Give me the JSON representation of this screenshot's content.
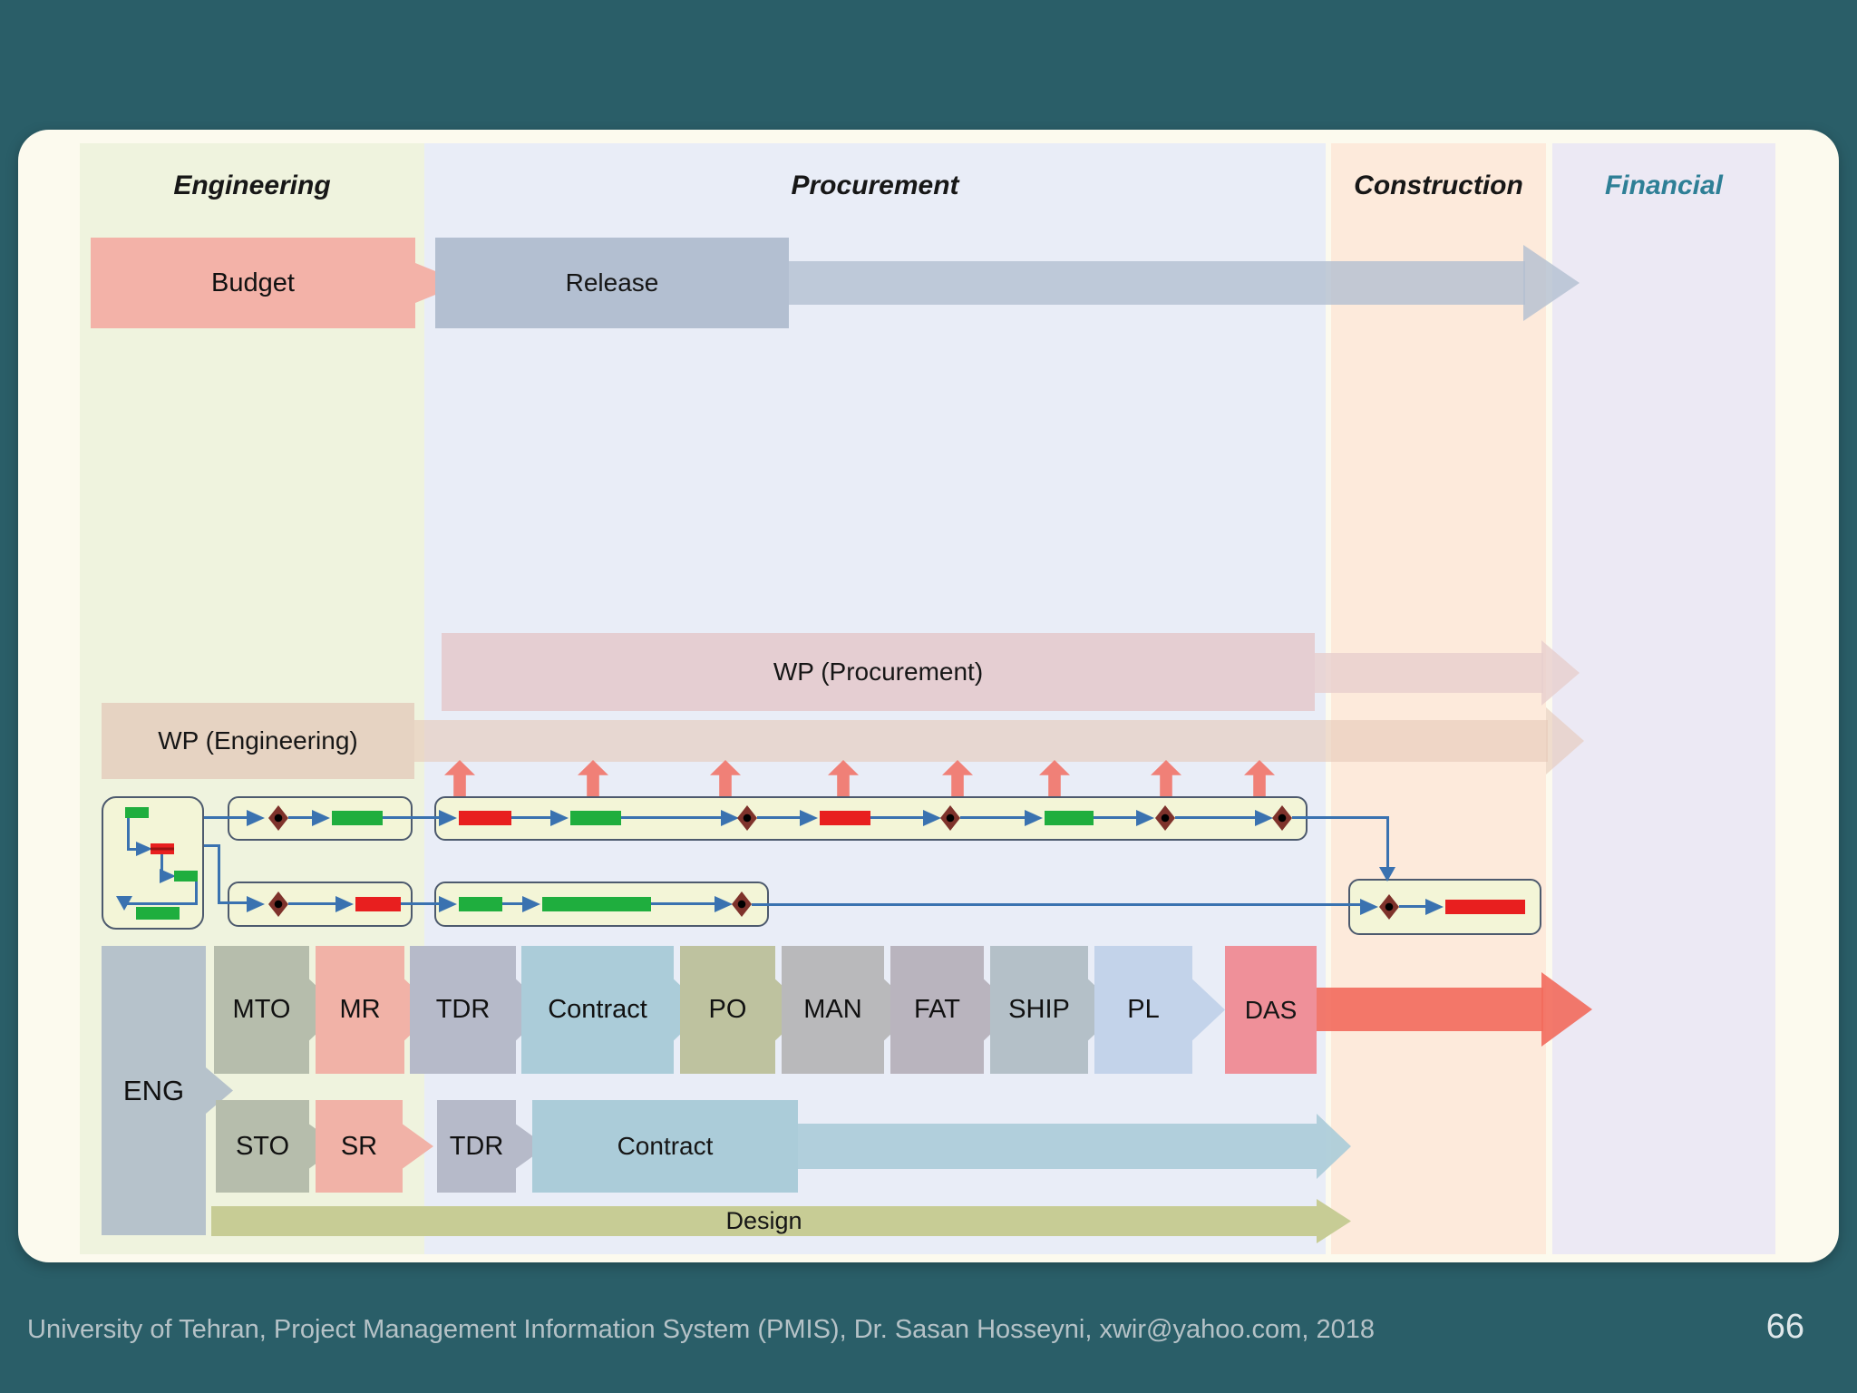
{
  "slide": {
    "footer_credit": "University of Tehran, Project Management Information System (PMIS), Dr. Sasan Hosseyni, xwir@yahoo.com, 2018",
    "page_number": "66"
  },
  "columns": {
    "engineering": "Engineering",
    "procurement": "Procurement",
    "construction": "Construction",
    "financial": "Financial"
  },
  "bands": {
    "budget": "Budget",
    "release": "Release",
    "wp_procurement": "WP (Procurement)",
    "wp_engineering": "WP (Engineering)",
    "design": "Design"
  },
  "process": {
    "source": "ENG",
    "procurement_chain": [
      "MTO",
      "MR",
      "TDR",
      "Contract",
      "PO",
      "MAN",
      "FAT",
      "SHIP",
      "PL",
      "DAS"
    ],
    "subcontract_chain": [
      "STO",
      "SR",
      "TDR",
      "Contract"
    ]
  },
  "colors": {
    "background_teal": "#2a5e68",
    "card_cream": "#fcfaee",
    "engineering_column": "#eff3de",
    "procurement_column": "#e9edf7",
    "construction_column": "#fdeadb",
    "financial_column": "#ece9f4",
    "financial_header_text": "#2e7f96",
    "budget_salmon": "#f3b2a8",
    "release_gray_blue": "#b3bfd1",
    "wp_procurement_pink": "#e4cbce",
    "wp_engineering_tan": "#e6d3c2",
    "das_red": "#f26a5c",
    "design_olive": "#c7cc95",
    "connector_blue": "#3a72b0",
    "task_green": "#1fae3e",
    "task_red": "#e81f1f",
    "milestone_maroon": "#7e322b",
    "up_arrow_salmon": "#f08077"
  }
}
